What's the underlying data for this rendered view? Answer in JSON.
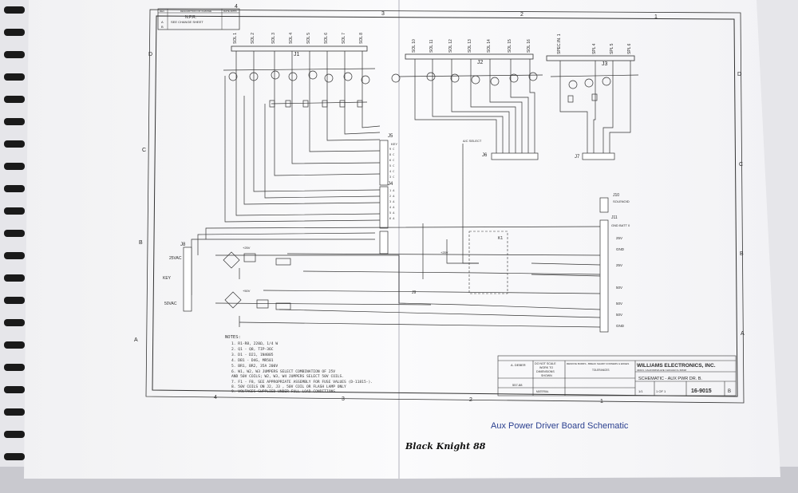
{
  "caption": "Aux Power Driver Board Schematic",
  "book_title": "Black Knight 88",
  "title_block": {
    "company": "WILLIAMS ELECTRONICS, INC.",
    "address": "3401N. CALIFORNIA AVE     CHICAGO IL     60618",
    "drawing_title": "SCHEMATIC - AUX PWR DR. B.",
    "drawing_number": "16-9015",
    "do_not_scale": "DO NOT SCALE",
    "work_to": "WORK TO",
    "dimensions": "DIMENSIONS",
    "shown": "SHOWN",
    "remove_burrs": "REMOVE BURRS - BREAK SHARP CORNERS & EDGES",
    "tolerances": "TOLERANCES",
    "material": "MATERIAL",
    "project": "557-88",
    "scale": "1/1",
    "rev": "B",
    "drawn_by": "A. DEBER",
    "sheet": "1 OF 1"
  },
  "rev_table": {
    "headers": [
      "REV",
      "DESCRIPTION OF CHANGE",
      "DATE APPD"
    ],
    "rows": [
      [
        "",
        "N.P.R.",
        ""
      ],
      [
        "A",
        "SEE CHANGE SHEET",
        ""
      ],
      [
        "B",
        "",
        ""
      ]
    ]
  },
  "notes": {
    "heading": "NOTES:",
    "items": [
      "1. R1-R8, 220Ω, 1/4 W",
      "2. Q1 - Q8, TIP-36C",
      "3. D1 - D21, 1N4005",
      "4. DB1 - D4G, MR501",
      "5. BR1, BR2, 35A 200V",
      "6. W1, W2, W3 JUMPERS SELECT COMBINATION OF 25V",
      "   AND 50V COILS; W2, W3, W4 JUMPERS SELECT 50V COILS.",
      "7. F1 - F8, SEE APPROPRIATE ASSEMBLY FOR FUSE VALUES (D-11815-).",
      "8. 50V COILS ON J2, J3 , 50V COIL OR FLASH LAMP ONLY",
      "9. VOLTAGES SUPPLIED UNDER FULL LOAD CONDITIONS"
    ]
  },
  "connectors": {
    "j1": "J1",
    "j2": "J2",
    "j3": "J3",
    "j4": "J4",
    "j5": "J5",
    "j6": "J6",
    "j7": "J7",
    "j8": "J8",
    "j9": "J9",
    "j10": "J10",
    "j11": "J11"
  },
  "sol_labels_a": [
    "SOL 1",
    "SOL 2",
    "SOL 3",
    "SOL 4",
    "SOL 5",
    "SOL 6",
    "SOL 7",
    "SOL 8"
  ],
  "sol_labels_b": [
    "SOL 10",
    "SOL 11",
    "SOL 12",
    "SOL 13",
    "SOL 14",
    "SOL 15",
    "SOL 16"
  ],
  "sol_labels_c": [
    "SPEC.IN. 1",
    "SPL 4",
    "SPL 5",
    "SPL 6"
  ],
  "signals": {
    "key": "KEY",
    "vac25": "25VAC",
    "vac50": "50VAC",
    "ac_select": "A/C SELECT",
    "k1": "K1",
    "v25": "25V",
    "v50": "50V",
    "gnd": "GND",
    "plus25": "+25V",
    "plus50": "+50V",
    "solenoid": "SOLENOID",
    "gnd_batt": "GND BATT 0"
  },
  "zone_numbers": [
    "4",
    "3",
    "2",
    "1"
  ],
  "zone_letters": [
    "D",
    "C",
    "B",
    "A"
  ]
}
